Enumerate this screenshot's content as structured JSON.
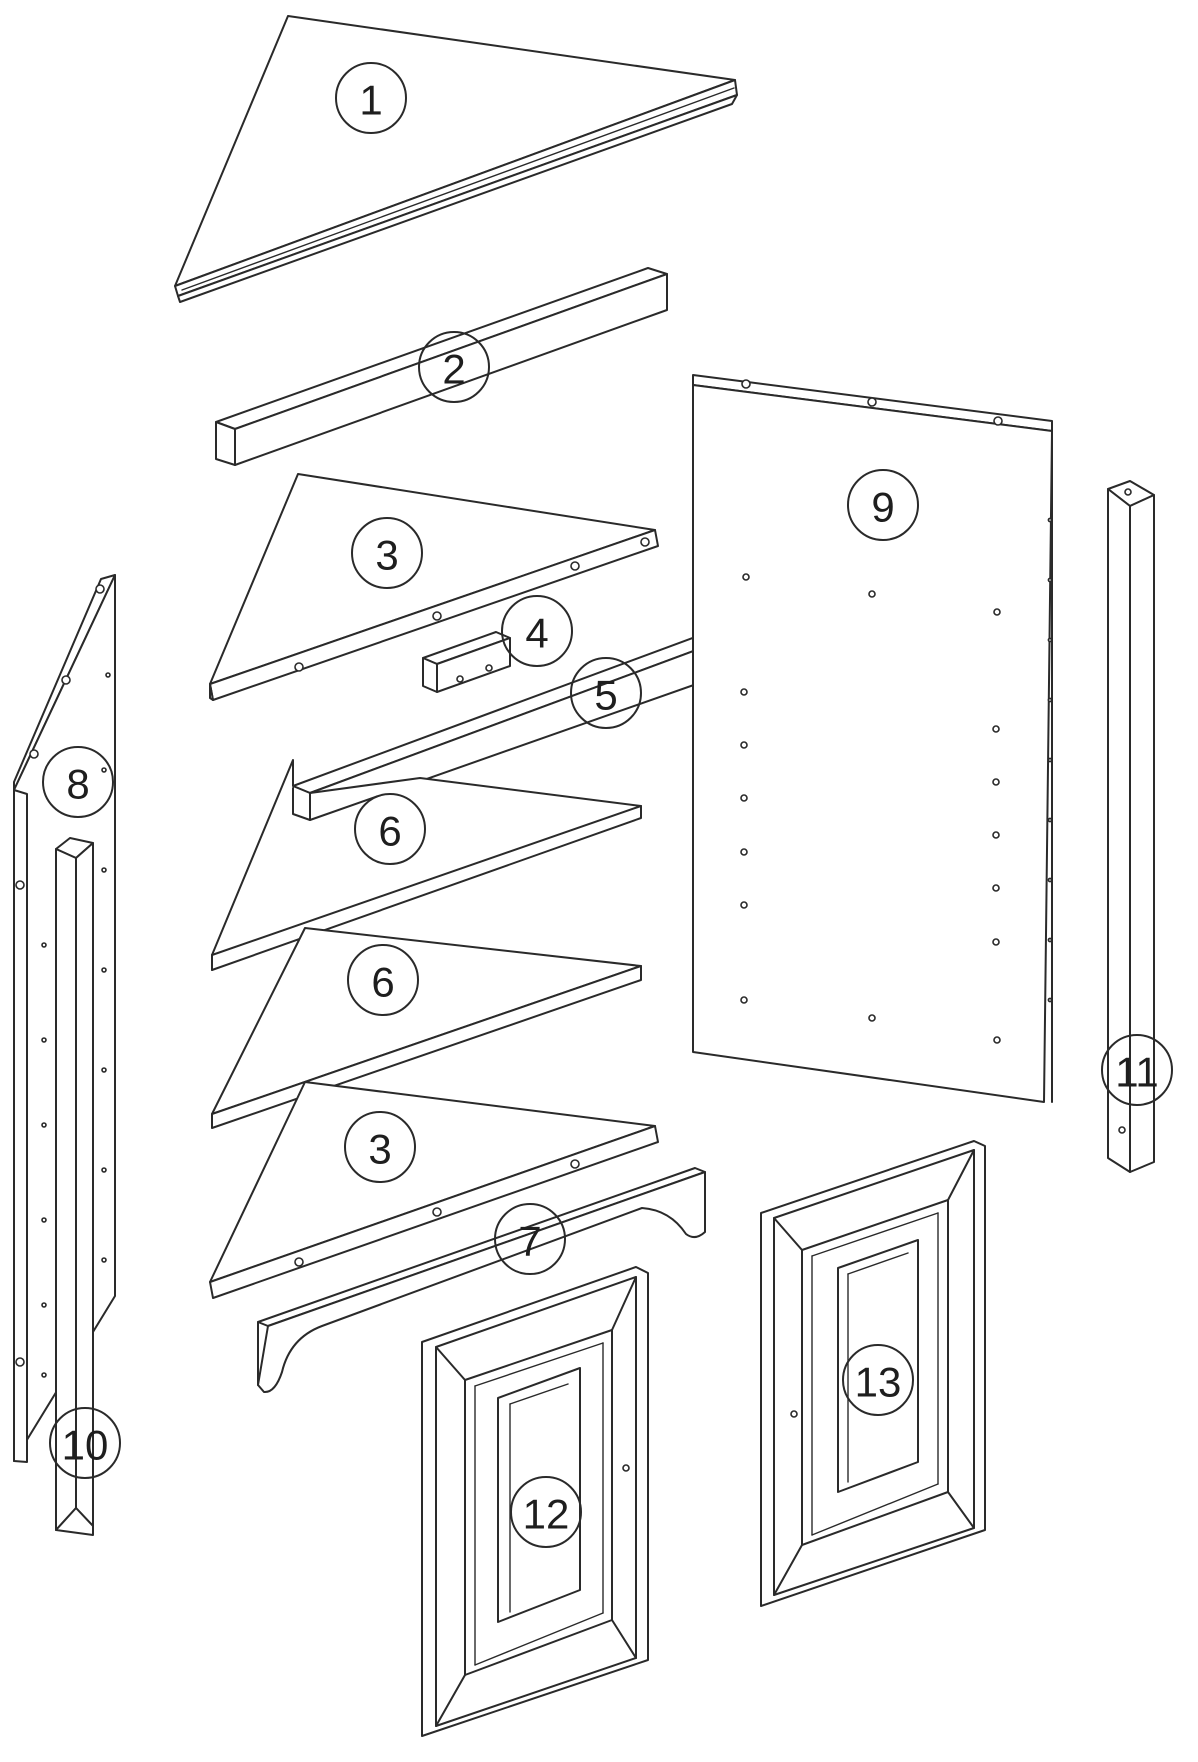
{
  "callouts": [
    "1",
    "2",
    "3",
    "4",
    "5",
    "6",
    "6",
    "3",
    "7",
    "8",
    "9",
    "10",
    "11",
    "12",
    "13"
  ]
}
